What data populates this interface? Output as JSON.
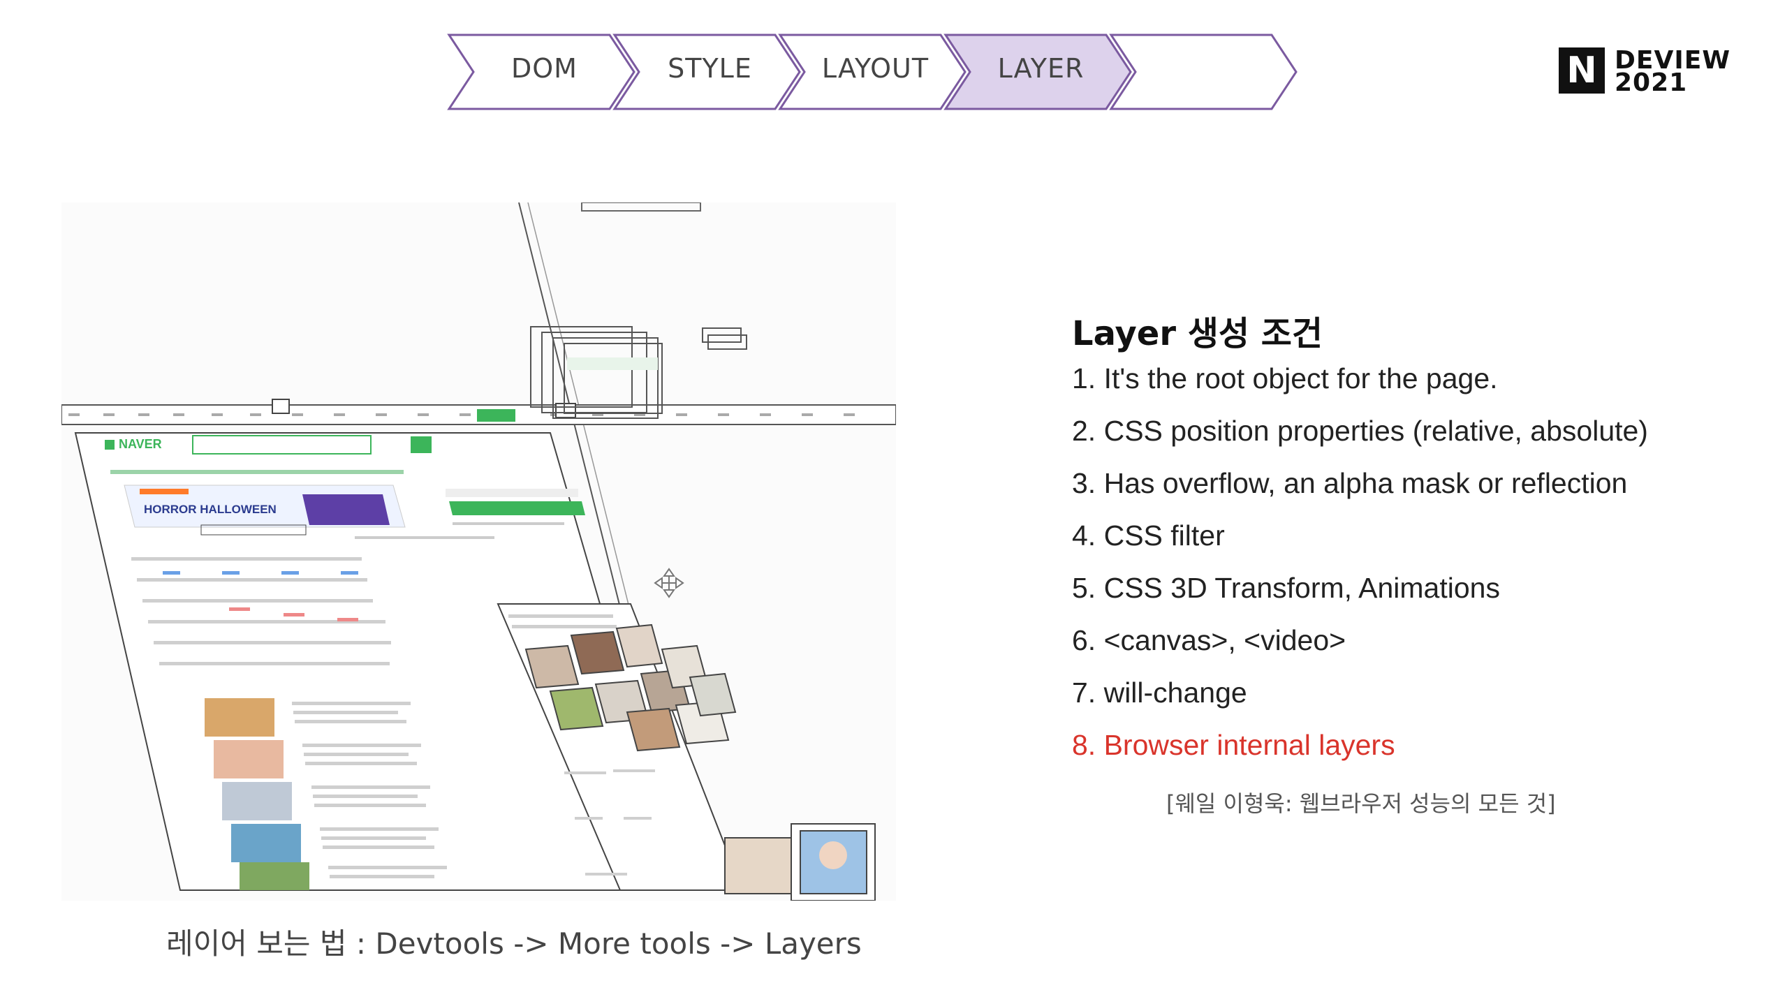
{
  "pipeline": {
    "steps": [
      {
        "label": "DOM",
        "active": false
      },
      {
        "label": "STYLE",
        "active": false
      },
      {
        "label": "LAYOUT",
        "active": false
      },
      {
        "label": "LAYER",
        "active": true
      },
      {
        "label": "",
        "active": false
      }
    ],
    "colors": {
      "stroke": "#7b5aa0",
      "active_fill": "#ddd2ec"
    }
  },
  "logo": {
    "mark": "N",
    "line1": "DEVIEW",
    "line2": "2021"
  },
  "layers_view": {
    "brand": "NAVER",
    "banner": "HORROR HALLOWEEN",
    "icon": "move-cross-icon"
  },
  "caption": "레이어 보는 법 : Devtools -> More tools -> Layers",
  "conditions": {
    "title": "Layer 생성 조건",
    "items": [
      "1. It's the root object for the page.",
      "2. CSS position properties (relative, absolute)",
      "3. Has overflow, an alpha mask or reflection",
      "4. CSS filter",
      "5. CSS 3D Transform, Animations",
      "6. <canvas>, <video>",
      "7. will-change",
      "8. Browser internal layers"
    ],
    "highlight_index": 7,
    "highlight_color": "#d9342b",
    "source": "[웨일 이형욱: 웹브라우저 성능의 모든 것]"
  }
}
